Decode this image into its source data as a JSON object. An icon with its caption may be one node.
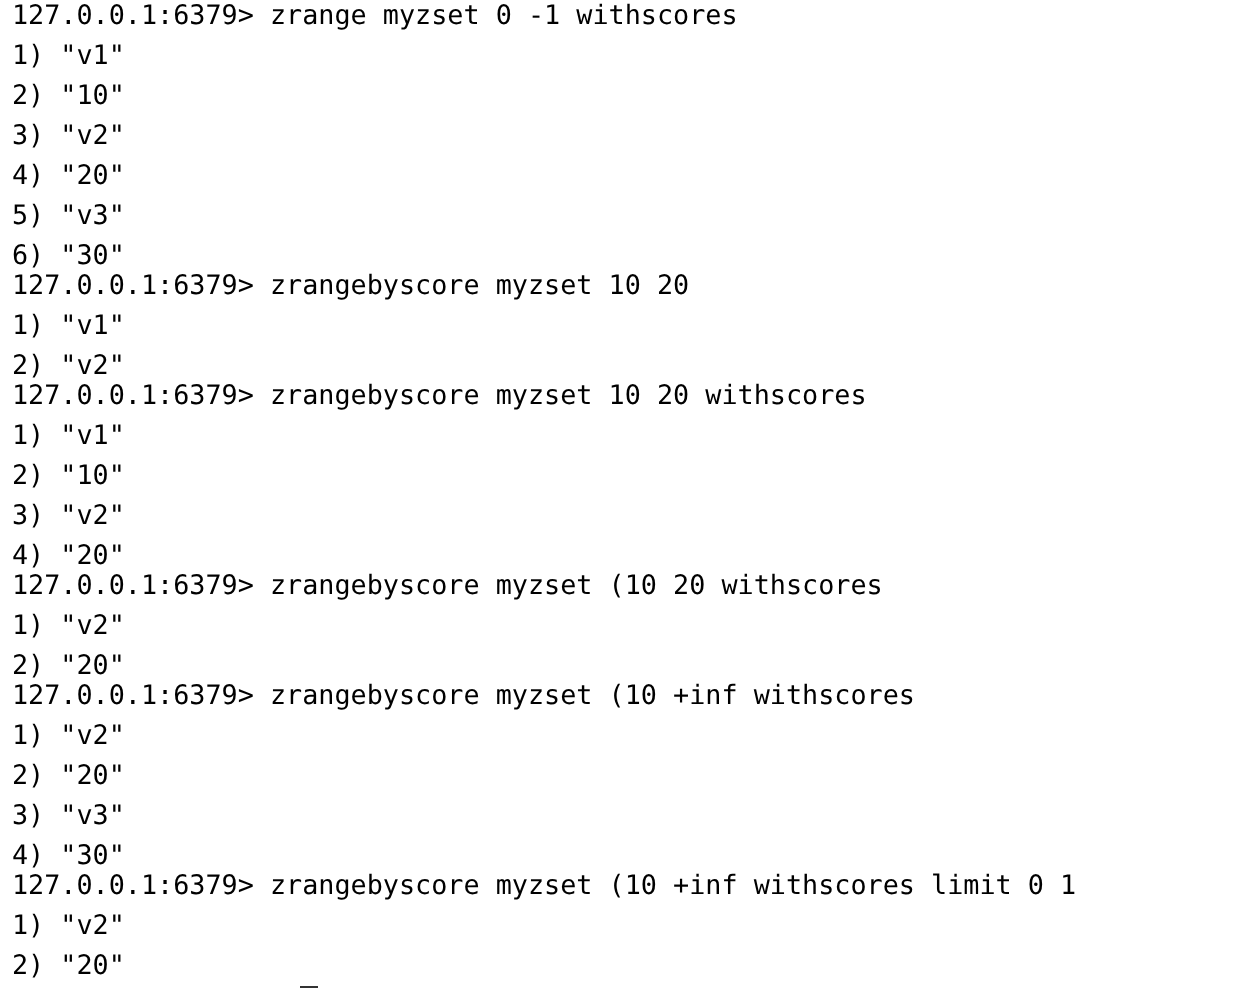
{
  "diagram": {
    "labels": [
      "127.0.0.1:6379> zrange myzset 0 -1 withscores",
      "1) \"v1\"",
      "2) \"10\"",
      "3) \"v2\"",
      "4) \"20\"",
      "5) \"v3\"",
      "6) \"30\"",
      "127.0.0.1:6379> zrangebyscore myzset 10 20",
      "1) \"v1\"",
      "2) \"v2\"",
      "127.0.0.1:6379> zrangebyscore myzset 10 20 withscores",
      "1) \"v1\"",
      "2) \"10\"",
      "3) \"v2\"",
      "4) \"20\"",
      "127.0.0.1:6379> zrangebyscore myzset (10 20 withscores",
      "1) \"v2\"",
      "2) \"20\"",
      "127.0.0.1:6379> zrangebyscore myzset (10 +inf withscores",
      "1) \"v2\"",
      "2) \"20\"",
      "3) \"v3\"",
      "4) \"30\"",
      "127.0.0.1:6379> zrangebyscore myzset (10 +inf withscores limit 0 1",
      "1) \"v2\"",
      "2) \"20\""
    ]
  }
}
